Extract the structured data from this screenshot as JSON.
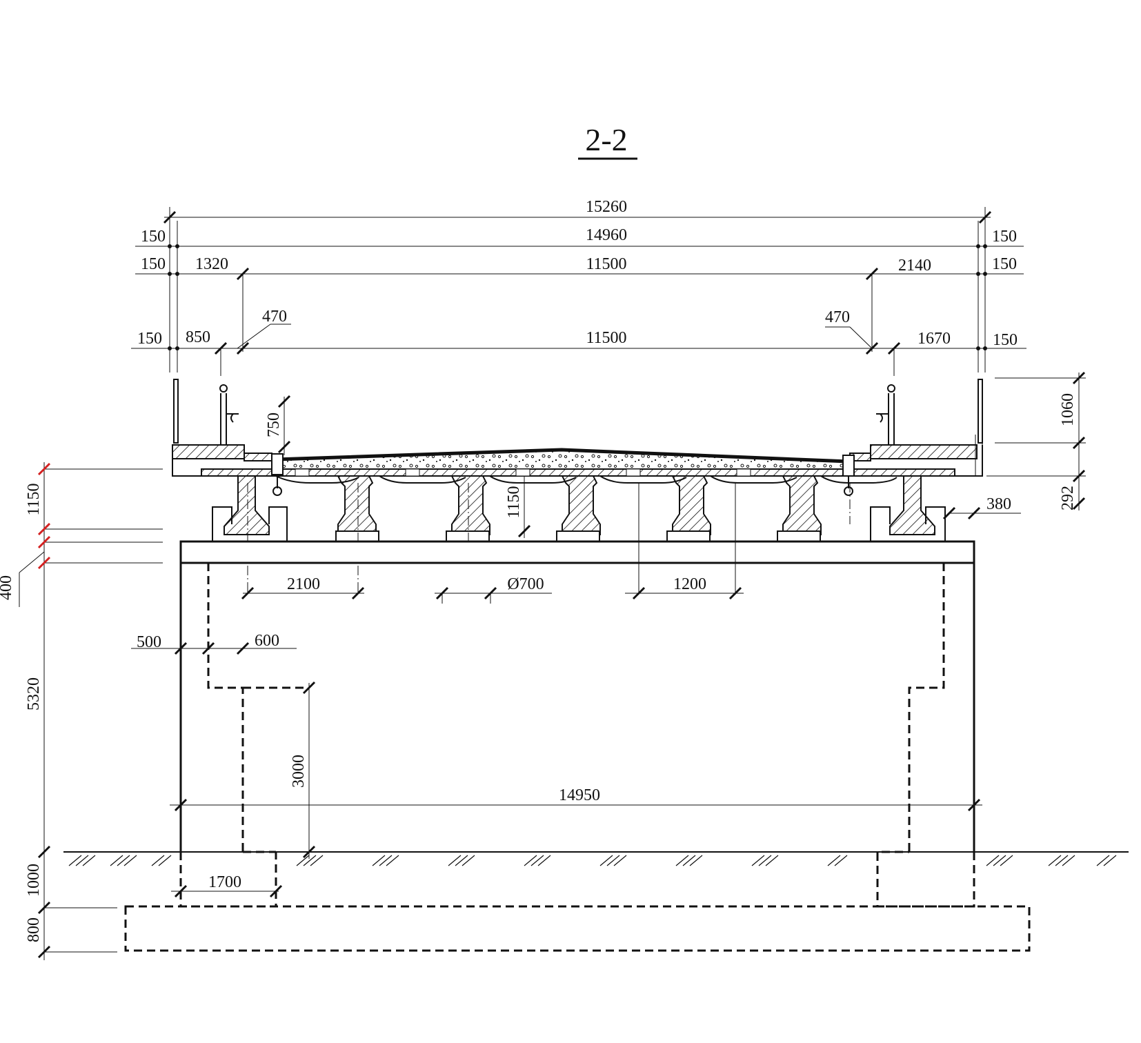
{
  "title": "2-2",
  "dimensions": {
    "overall_width": "15260",
    "inner_width": "14960",
    "left_edge_1": "150",
    "right_edge_1": "150",
    "left_edge_2": "150",
    "left_sidewalk_1": "1320",
    "carriageway_1": "11500",
    "right_sidewalk_1": "2140",
    "right_edge_2": "150",
    "left_edge_3": "150",
    "left_sidewalk_2": "850",
    "left_curb": "470",
    "carriageway_2": "11500",
    "right_curb": "470",
    "right_sidewalk_2": "1670",
    "right_edge_3": "150",
    "railing_height": "1060",
    "curb_height": "750",
    "deck_thickness": "292",
    "edge_offset": "380",
    "beam_height_left": "1150",
    "beam_height_mid": "1150",
    "cap_thickness": "400",
    "pier_height": "5320",
    "beam_spacing": "2100",
    "pile_diameter": "Ø700",
    "beam_spacing_2": "1200",
    "cap_overhang": "500",
    "column_offset": "600",
    "column_height": "3000",
    "cap_width": "14950",
    "embedment": "1000",
    "footing_thickness": "800",
    "column_width": "1700"
  }
}
